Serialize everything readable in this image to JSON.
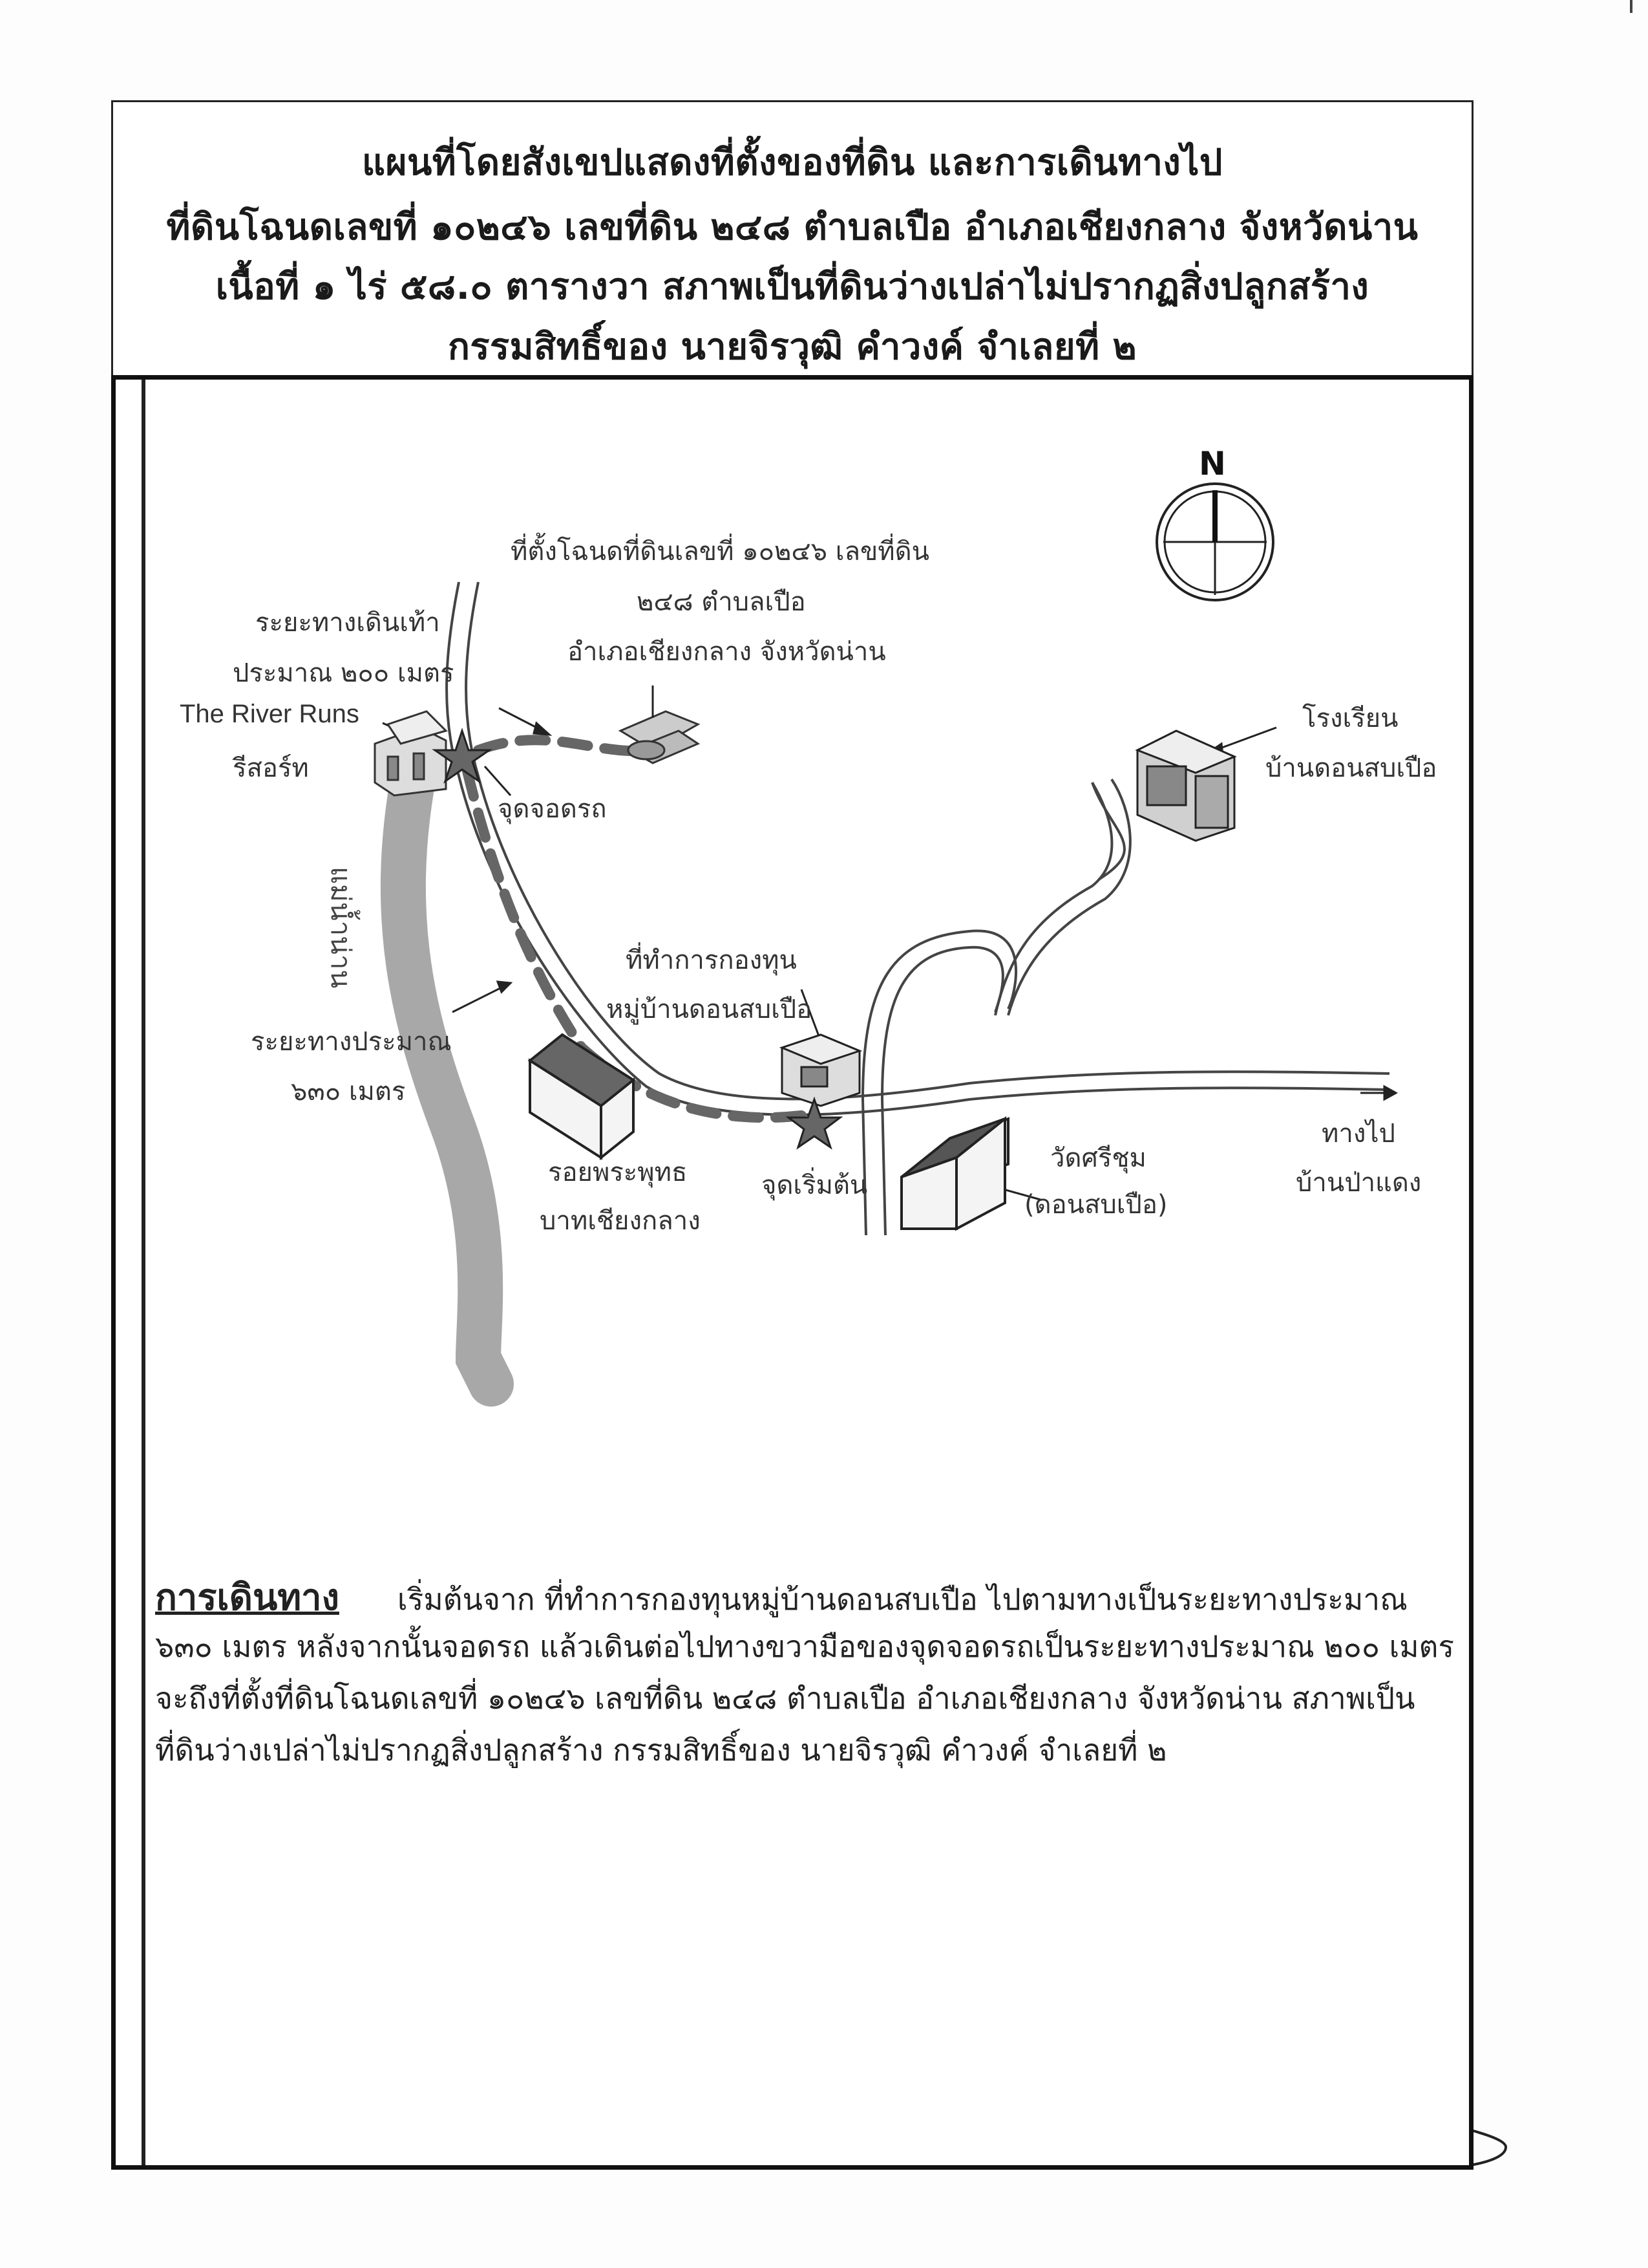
{
  "header": {
    "line1": "แผนที่โดยสังเขปแสดงที่ตั้งของที่ดิน และการเดินทางไป",
    "line2": "ที่ดินโฉนดเลขที่ ๑๐๒๔๖ เลขที่ดิน ๒๔๘ ตำบลเปือ อำเภอเชียงกลาง จังหวัดน่าน",
    "line3": "เนื้อที่ ๑ ไร่ ๕๘.๐ ตารางวา สภาพเป็นที่ดินว่างเปล่าไม่ปรากฏสิ่งปลูกสร้าง",
    "line4": "กรรมสิทธิ์ของ นายจิรวุฒิ  คำวงค์ จำเลยที่ ๒"
  },
  "compass": {
    "label": "N"
  },
  "map": {
    "land_location": {
      "line1": "ที่ตั้งโฉนดที่ดินเลขที่ ๑๐๒๔๖ เลขที่ดิน",
      "line2": "๒๔๘ ตำบลเปือ",
      "line3": "อำเภอเชียงกลาง จังหวัดน่าน"
    },
    "walk_distance": {
      "line1": "ระยะทางเดินเท้า",
      "line2": "ประมาณ ๒๐๐ เมตร"
    },
    "resort": {
      "line1": "The River Runs",
      "line2": "รีสอร์ท"
    },
    "parking": "จุดจอดรถ",
    "school": {
      "line1": "โรงเรียน",
      "line2": "บ้านดอนสบเปือ"
    },
    "river": "แม่น้ำน่าน",
    "fund_office": {
      "line1": "ที่ทำการกองทุน",
      "line2": "หมู่บ้านดอนสบเปือ"
    },
    "drive_distance": {
      "line1": "ระยะทางประมาณ",
      "line2": "๖๓๐ เมตร"
    },
    "footprint_shrine": {
      "line1": "รอยพระพุทธ",
      "line2": "บาทเชียงกลาง"
    },
    "start_point": "จุดเริ่มต้น",
    "temple": {
      "line1": "วัดศรีชุม",
      "line2": "(ดอนสบเปือ)"
    },
    "to_village": {
      "line1": "ทางไป",
      "line2": "บ้านป่าแดง"
    }
  },
  "directions": {
    "title": "การเดินทาง",
    "line1": "เริ่มต้นจาก ที่ทำการกองทุนหมู่บ้านดอนสบเปือ ไปตามทางเป็นระยะทางประมาณ",
    "line2": "๖๓๐ เมตร หลังจากนั้นจอดรถ แล้วเดินต่อไปทางขวามือของจุดจอดรถเป็นระยะทางประมาณ ๒๐๐ เมตร",
    "line3": "จะถึงที่ตั้งที่ดินโฉนดเลขที่ ๑๐๒๔๖ เลขที่ดิน ๒๔๘ ตำบลเปือ อำเภอเชียงกลาง จังหวัดน่าน สภาพเป็น",
    "line4": "ที่ดินว่างเปล่าไม่ปรากฏสิ่งปลูกสร้าง กรรมสิทธิ์ของ นายจิรวุฒิ  คำวงค์ จำเลยที่ ๒"
  }
}
